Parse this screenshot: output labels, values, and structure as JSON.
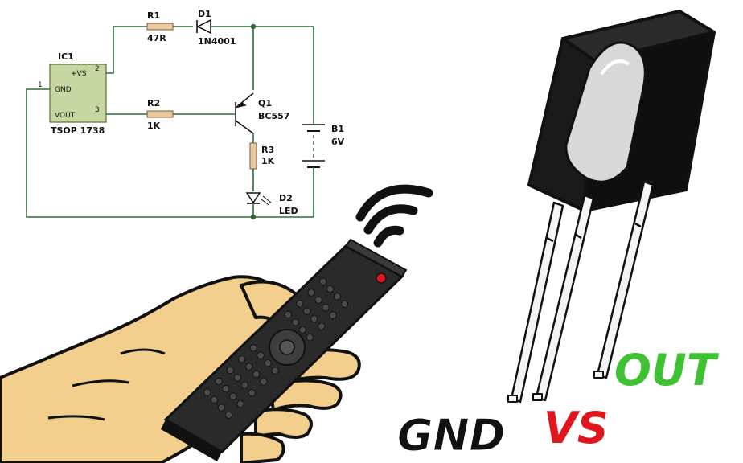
{
  "schematic": {
    "ic": {
      "ref": "IC1",
      "part": "TSOP 1738",
      "pins": {
        "vs": "+VS",
        "gnd": "GND",
        "vout": "VOUT"
      },
      "pin_numbers": {
        "gnd": "1",
        "vs": "2",
        "vout": "3"
      }
    },
    "r1": {
      "ref": "R1",
      "value": "47R"
    },
    "d1": {
      "ref": "D1",
      "value": "1N4001"
    },
    "r2": {
      "ref": "R2",
      "value": "1K"
    },
    "q1": {
      "ref": "Q1",
      "value": "BC557"
    },
    "r3": {
      "ref": "R3",
      "value": "1K"
    },
    "b1": {
      "ref": "B1",
      "value": "6V"
    },
    "d2": {
      "ref": "D2",
      "value": "LED"
    },
    "wire_color": "#2e6b3a"
  },
  "pin_labels": {
    "gnd": {
      "text": "GND",
      "color": "#111111"
    },
    "vs": {
      "text": "VS",
      "color": "#e0161e"
    },
    "out": {
      "text": "OUT",
      "color": "#3ec234"
    }
  },
  "icons": {
    "remote": "ir-remote-control",
    "hand": "hand",
    "signal": "ir-signal-waves",
    "sensor": "tsop-ir-receiver"
  },
  "colors": {
    "ir_led": "#e0161e",
    "remote_body": "#1c1c1c",
    "skin": "#f3cf8e"
  }
}
